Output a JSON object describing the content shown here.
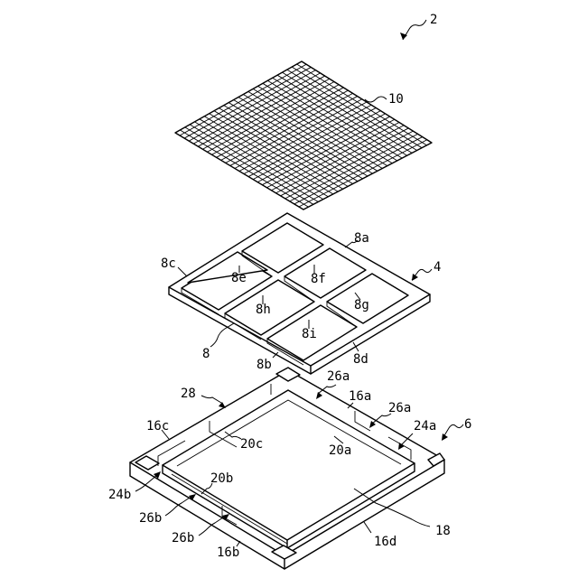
{
  "labels": {
    "assembly": "2",
    "mesh": "10",
    "grid_frame": "4",
    "grid_frame_alt": "8",
    "grid_8a": "8a",
    "grid_8b": "8b",
    "grid_8c": "8c",
    "grid_8d": "8d",
    "grid_8e": "8e",
    "grid_8f": "8f",
    "grid_8g": "8g",
    "grid_8h": "8h",
    "grid_8i": "8i",
    "tray": "6",
    "tray_28": "28",
    "tray_26a_top": "26a",
    "tray_16a": "16a",
    "tray_26a_right": "26a",
    "tray_24a": "24a",
    "tray_16c": "16c",
    "tray_20c": "20c",
    "tray_20a": "20a",
    "tray_20b": "20b",
    "tray_24b": "24b",
    "tray_26b_upper": "26b",
    "tray_26b_lower": "26b",
    "tray_16b": "16b",
    "tray_16d": "16d",
    "tray_18": "18"
  }
}
